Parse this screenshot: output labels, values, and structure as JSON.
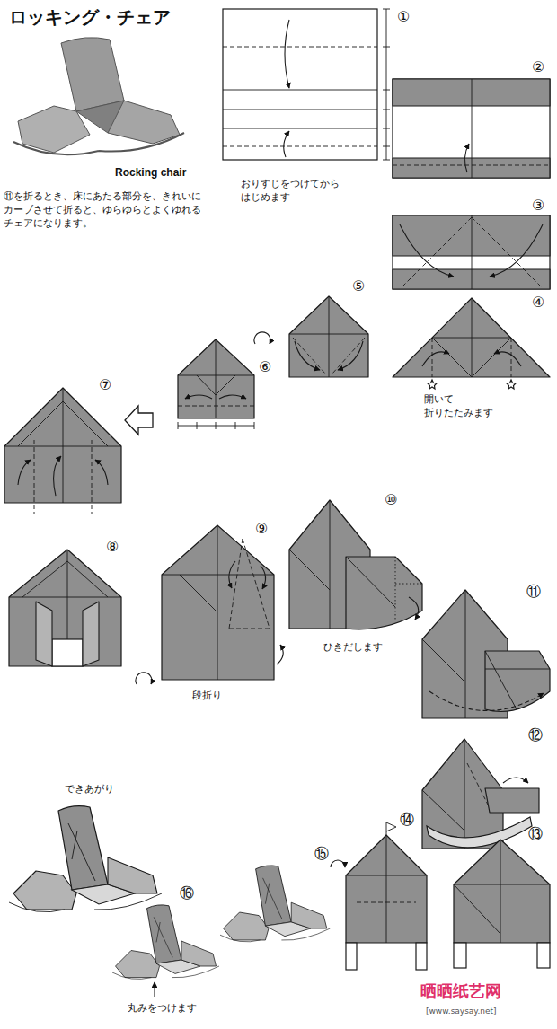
{
  "diagram": {
    "title": "ロッキング・チェア",
    "labels": [
      "Rocking chair",
      "⑪を折るとき、床にあたる部分を、きれいに カーブさせて折ると、ゆらゆらとよくゆれる チェアになります。",
      "①",
      "おりすじをつけてから はじめます",
      "②",
      "③",
      "④",
      "開いて 折りたたみます",
      "⑤",
      "⑥",
      "⑦",
      "⑧",
      "⑨",
      "段折り",
      "⑩",
      "ひきだします",
      "⑪",
      "⑫",
      "⑬",
      "⑭",
      "⑮",
      "⑯",
      "丸みをつけます",
      "できあがり",
      "晒晒纸艺网",
      "[www.saysay.net]"
    ]
  }
}
